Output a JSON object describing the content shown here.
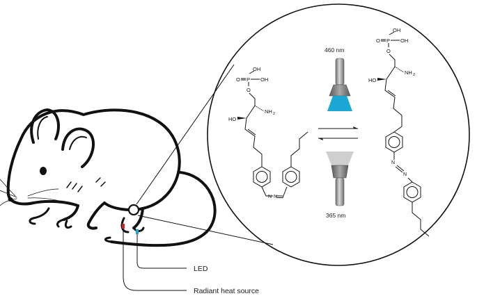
{
  "wavelengths": {
    "top": "460 nm",
    "bottom": "365 nm"
  },
  "legend": {
    "led": "LED",
    "heat": "Radiant heat source"
  },
  "chem_labels": {
    "oh": "OH",
    "o": "O",
    "p": "P",
    "nh2": "NH",
    "nh2_sub": "2",
    "ho": "HO",
    "n": "N"
  },
  "colors": {
    "blue_light": "#1aa7d6",
    "uv_light": "#cfcfcf",
    "led_red": "#d21f2a",
    "led_blue": "#1aa7d6",
    "lamp_body": "#8c8c8c"
  }
}
